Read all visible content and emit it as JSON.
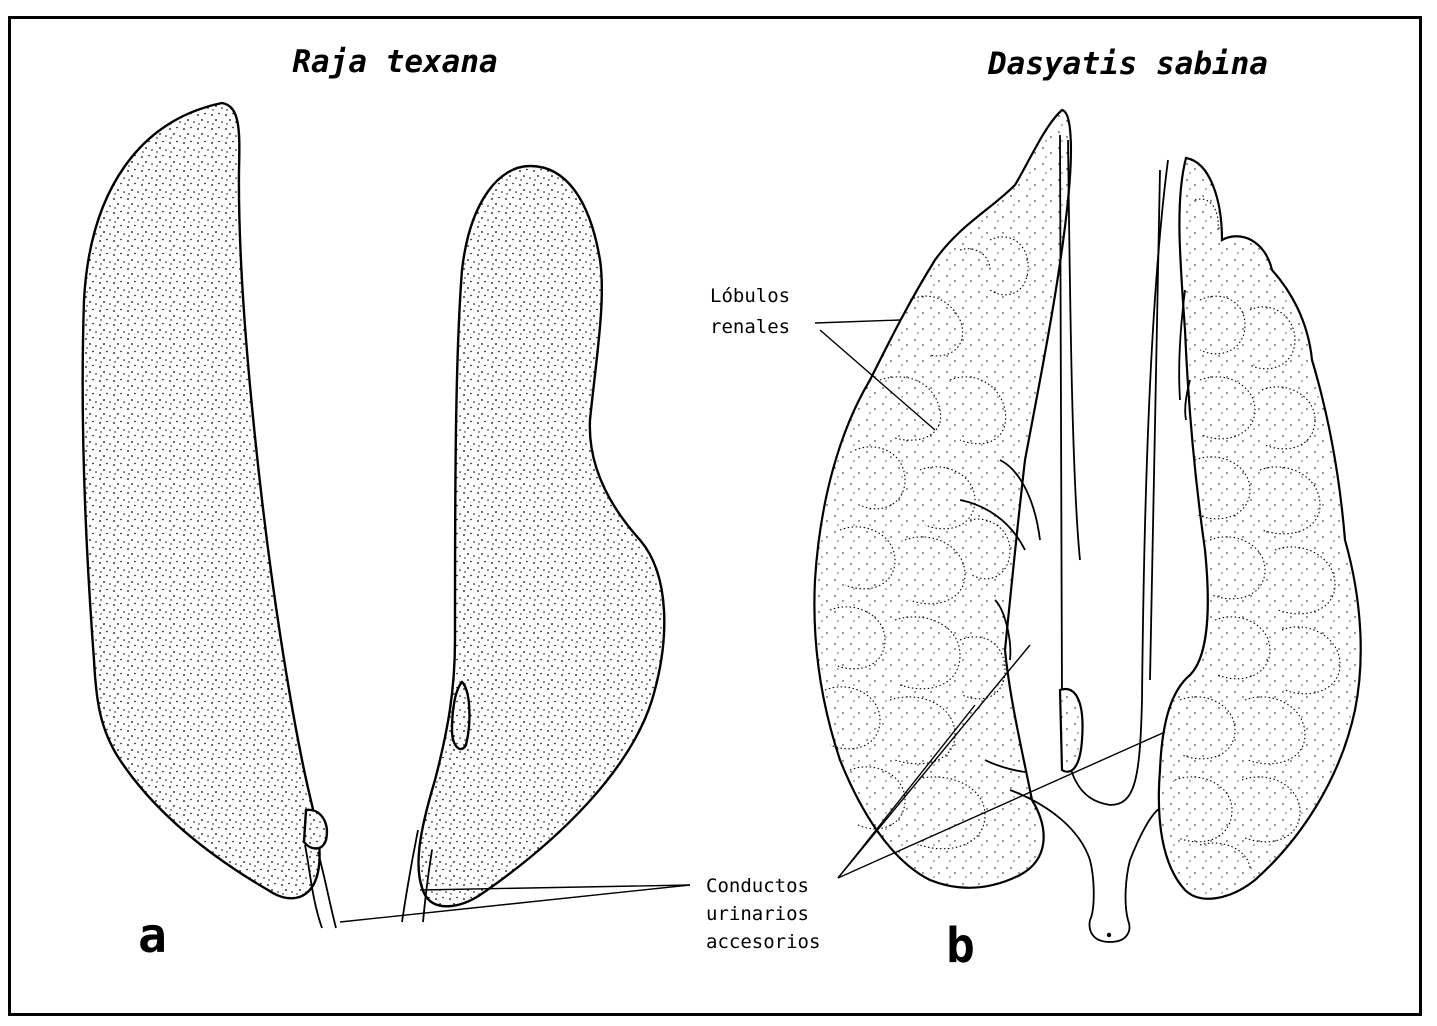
{
  "titles": {
    "left": "Raja texana",
    "right": "Dasyatis sabina"
  },
  "labels": {
    "lobulos": [
      "Lóbulos",
      "renales"
    ],
    "conductos": [
      "Conductos",
      "urinarios",
      "accesorios"
    ]
  },
  "panels": {
    "a": "a",
    "b": "b"
  },
  "colors": {
    "ink": "#000000",
    "paper": "#ffffff"
  }
}
